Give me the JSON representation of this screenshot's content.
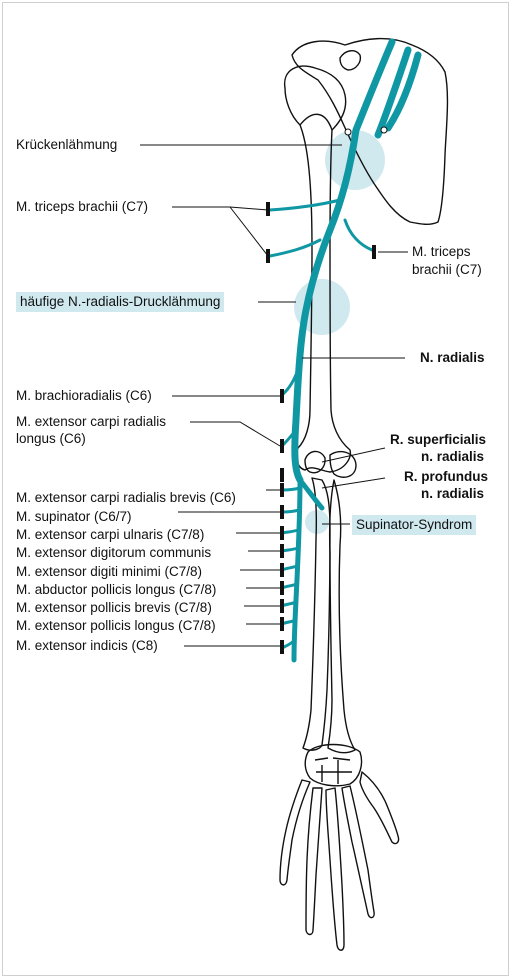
{
  "labels": {
    "crutch_palsy": "Krückenlähmung",
    "triceps_left": "M. triceps brachii (C7)",
    "triceps_right_line1": "M. triceps",
    "triceps_right_line2": "brachii (C7)",
    "pressure_palsy": "häufige N.-radialis-Drucklähmung",
    "n_radialis": "N. radialis",
    "brachioradialis": "M. brachioradialis (C6)",
    "ecrl_line1": "M. extensor carpi radialis",
    "ecrl_line2": "longus (C6)",
    "r_superficialis_line1": "R. superficialis",
    "r_superficialis_line2": "n. radialis",
    "r_profundus_line1": "R. profundus",
    "r_profundus_line2": "n. radialis",
    "ecrb": "M. extensor carpi radialis brevis (C6)",
    "supinator": "M. supinator (C6/7)",
    "supinator_syndrome": "Supinator-Syndrom",
    "ecu": "M. extensor carpi ulnaris (C7/8)",
    "edc": "M. extensor digitorum communis",
    "edm": "M. extensor digiti minimi (C7/8)",
    "apl": "M. abductor pollicis longus (C7/8)",
    "epb": "M. extensor pollicis brevis (C7/8)",
    "epl": "M. extensor pollicis longus (C7/8)",
    "eip": "M. extensor indicis (C8)"
  },
  "colors": {
    "nerve": "#1097a4",
    "highlight": "#cfe9ef",
    "bone_outline": "#111111"
  }
}
